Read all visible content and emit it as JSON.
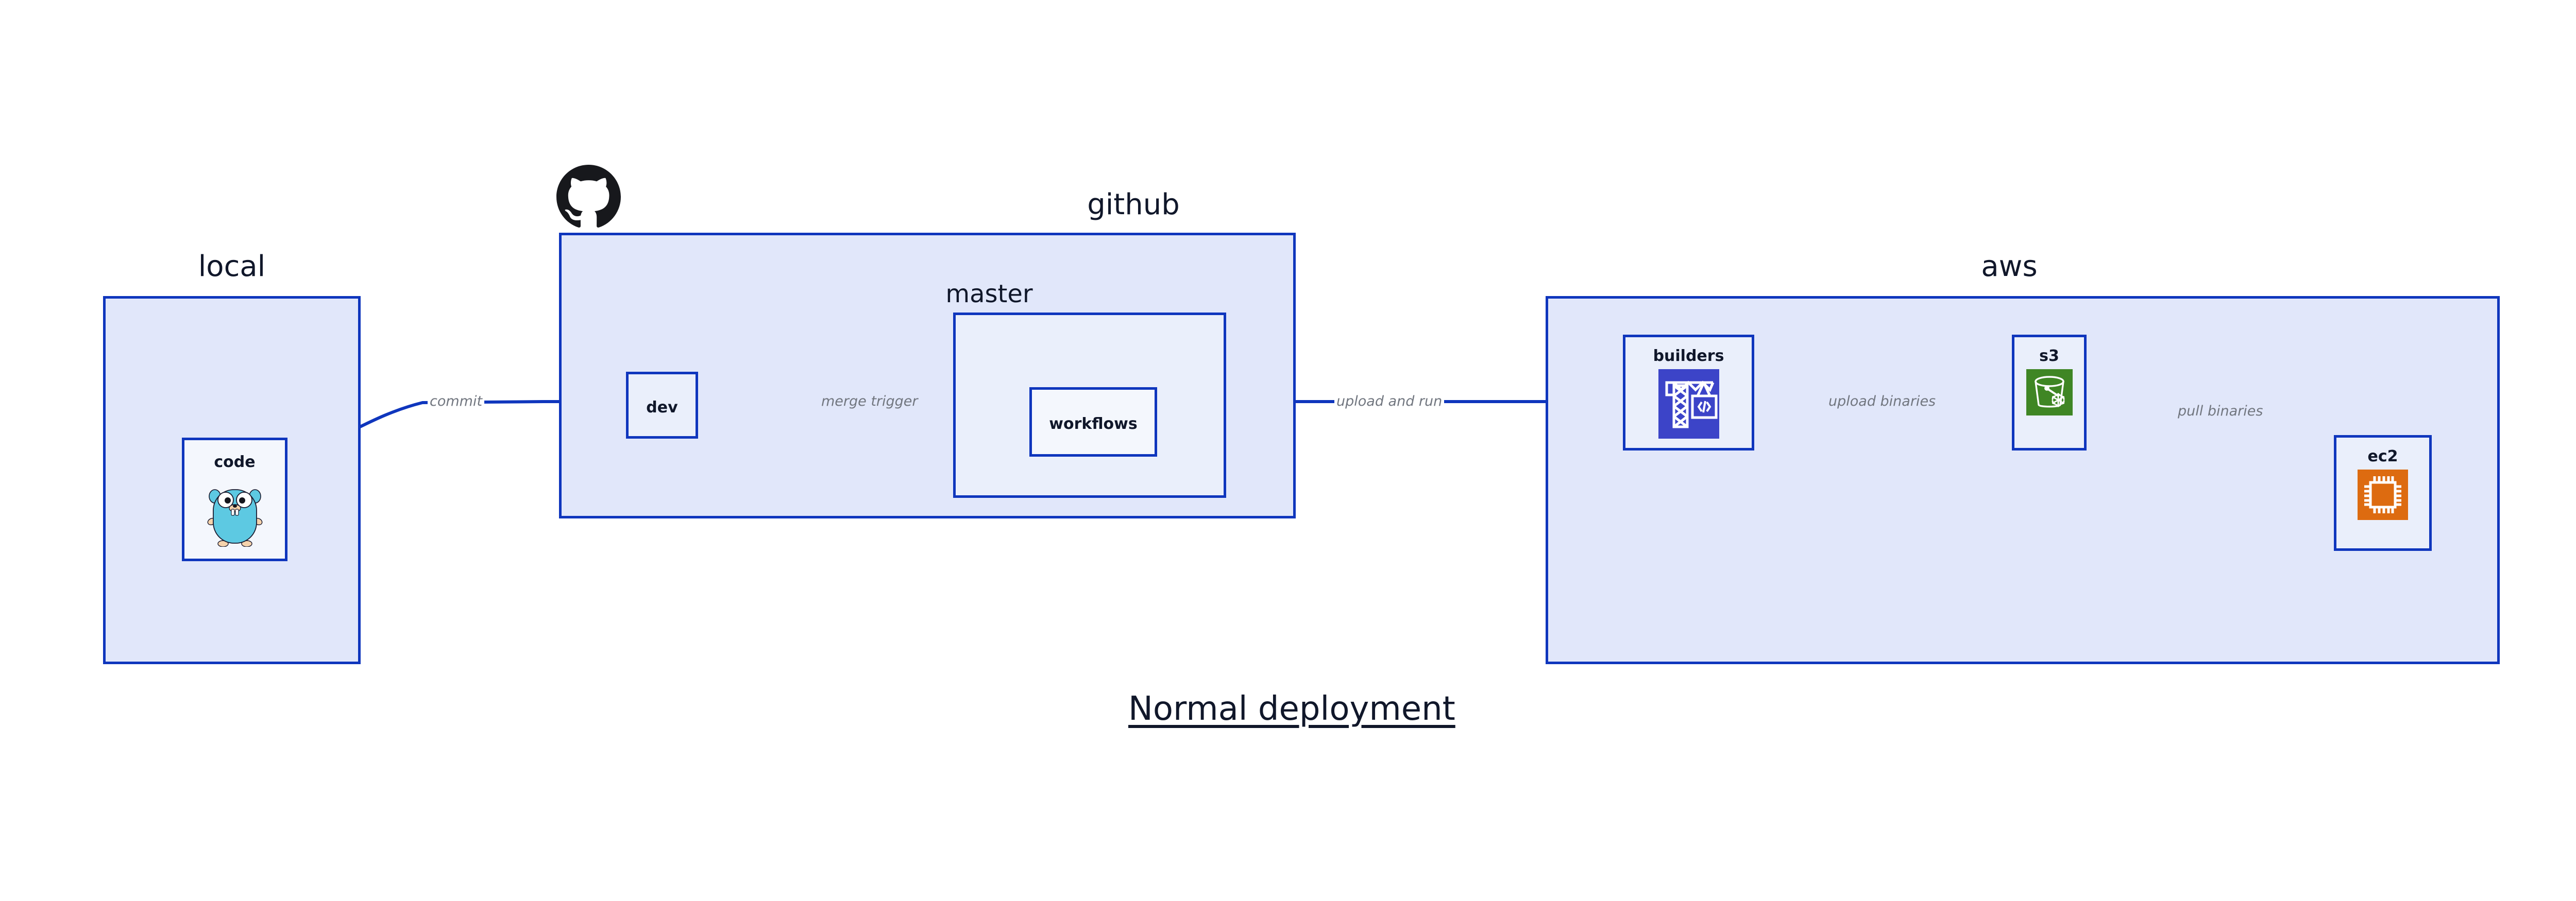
{
  "diagram": {
    "title": "Normal deployment",
    "accent_border": "#0f36bd",
    "group_fill": "#e1e7fa",
    "node_fill": "#eaeffb",
    "edge_label_color": "#71767f"
  },
  "groups": [
    {
      "name": "local",
      "label": "local"
    },
    {
      "name": "github",
      "label": "github"
    },
    {
      "name": "master",
      "label": "master"
    },
    {
      "name": "aws",
      "label": "aws"
    }
  ],
  "nodes": [
    {
      "name": "code",
      "label": "code",
      "icon": "go-gopher-icon",
      "icon_color": "#5dc9e2"
    },
    {
      "name": "dev",
      "label": "dev",
      "icon": null,
      "icon_color": null
    },
    {
      "name": "workflows",
      "label": "workflows",
      "icon": null,
      "icon_color": null
    },
    {
      "name": "builders",
      "label": "builders",
      "icon": "aws-builders-icon",
      "icon_color": "#3c44c8"
    },
    {
      "name": "s3",
      "label": "s3",
      "icon": "s3-glacier-icon",
      "icon_color": "#3f8624"
    },
    {
      "name": "ec2",
      "label": "ec2",
      "icon": "ec2-chip-icon",
      "icon_color": "#dd6b10"
    }
  ],
  "edges": [
    {
      "name": "code-to-dev",
      "label": "commit"
    },
    {
      "name": "dev-to-workflows",
      "label": "merge trigger"
    },
    {
      "name": "workflows-to-builders",
      "label": "upload and run"
    },
    {
      "name": "builders-to-s3",
      "label": "upload binaries"
    },
    {
      "name": "s3-to-ec2",
      "label": "pull binaries"
    }
  ],
  "logos": [
    {
      "name": "github-logo",
      "alt": "github-mark-icon"
    }
  ]
}
